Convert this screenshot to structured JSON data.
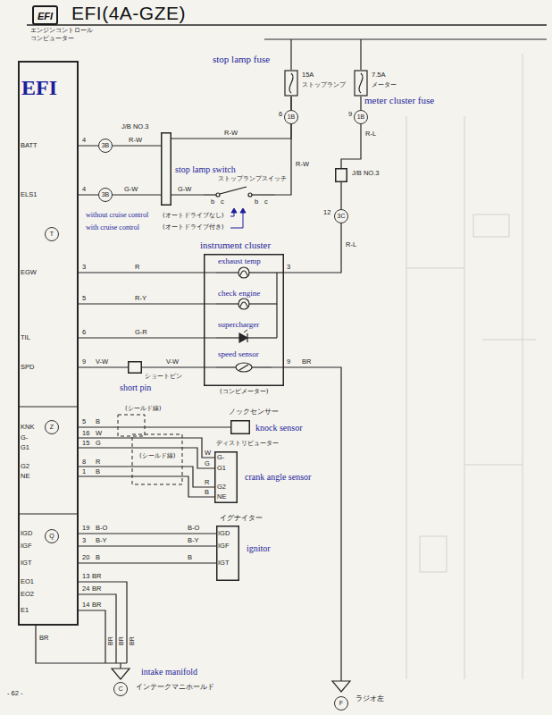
{
  "diagram": {
    "title": "EFI(4A-GZE)",
    "nodes": [
      {
        "text": [
          "EFI"
        ]
      },
      {
        "text": [
          "EFI",
          "BATT",
          "ELS1",
          "EGW",
          "TIL",
          "SPD",
          "KNK",
          "G-",
          "G1",
          "G2",
          "NE",
          "IGD",
          "IGF",
          "IGT",
          "EO1",
          "EO2",
          "E1"
        ]
      },
      {
        "text": [
          "stop lamp fuse",
          "15A",
          "ストップランプ"
        ]
      },
      {
        "text": [
          "7.5A",
          "メーター",
          "meter cluster fuse"
        ]
      },
      {
        "text": [
          "J/B NO.3"
        ]
      },
      {
        "text": [
          "stop lamp switch",
          "ストップランプスイッチ"
        ]
      },
      {
        "text": [
          "J/B NO.3"
        ]
      },
      {
        "text": [
          "instrument cluster",
          "(コンビメーター)"
        ]
      },
      {
        "text": [
          "exhaust temp"
        ],
        "in": 7
      },
      {
        "text": [
          "check engine"
        ],
        "in": 7
      },
      {
        "text": [
          "supercharger"
        ],
        "in": 7
      },
      {
        "text": [
          "speed sensor"
        ],
        "in": 7
      },
      {
        "text": [
          "short pin",
          "ショートピン"
        ]
      },
      {
        "text": [
          "ノックセンサー",
          "knock sensor"
        ]
      },
      {
        "text": [
          "ディストリビューター",
          "G-",
          "G1",
          "G2",
          "NE",
          "crank angle sensor"
        ]
      },
      {
        "text": [
          "イグナイター",
          "IGD",
          "IGF",
          "IGT",
          "ignitor"
        ]
      }
    ],
    "edges": [
      {
        "from": 1,
        "to": 4,
        "arrow": "none",
        "label": "R-W"
      },
      {
        "from": 4,
        "to": 2,
        "arrow": "none",
        "label": "R-W"
      },
      {
        "from": 1,
        "to": 4,
        "arrow": "none",
        "label": "G-W"
      },
      {
        "from": 4,
        "to": 5,
        "arrow": "none",
        "label": "G-W"
      },
      {
        "from": 5,
        "to": 2,
        "arrow": "none",
        "label": "R-W"
      },
      {
        "from": 3,
        "to": 6,
        "arrow": "none",
        "label": "R-L"
      },
      {
        "from": 6,
        "to": 7,
        "arrow": "none",
        "label": "R-L"
      },
      {
        "from": 1,
        "to": 8,
        "arrow": "none",
        "label": "R"
      },
      {
        "from": 1,
        "to": 9,
        "arrow": "none",
        "label": "R-Y"
      },
      {
        "from": 1,
        "to": 10,
        "arrow": "none",
        "label": "G-R"
      },
      {
        "from": 1,
        "to": 12,
        "arrow": "none",
        "label": "V-W"
      },
      {
        "from": 12,
        "to": 11,
        "arrow": "none",
        "label": "V-W"
      },
      {
        "from": 1,
        "to": 13,
        "arrow": "none",
        "label": "B"
      },
      {
        "from": 1,
        "to": 14,
        "arrow": "none",
        "label": "W"
      },
      {
        "from": 1,
        "to": 14,
        "arrow": "none",
        "label": "G"
      },
      {
        "from": 1,
        "to": 14,
        "arrow": "none",
        "label": "R"
      },
      {
        "from": 1,
        "to": 14,
        "arrow": "none",
        "label": "B"
      },
      {
        "from": 1,
        "to": 15,
        "arrow": "none",
        "label": "B-O"
      },
      {
        "from": 1,
        "to": 15,
        "arrow": "none",
        "label": "B-Y"
      },
      {
        "from": 1,
        "to": 15,
        "arrow": "none",
        "label": "B"
      }
    ],
    "labels": [
      "エンジンコントロール",
      "コンピューター",
      "4",
      "3B",
      "6",
      "1B",
      "9",
      "1B",
      "4",
      "3B",
      "b",
      "c",
      "b",
      "c",
      "without cruise control",
      "(オートドライブなし)",
      "with cruise control",
      "(オートドライブ付き)",
      "T",
      "12",
      "3C",
      "3",
      "3",
      "5",
      "6",
      "9",
      "9",
      "BR",
      "Z",
      "5",
      "(シールド線)",
      "(シールド線)",
      "16",
      "15",
      "8",
      "1",
      "W",
      "G",
      "R",
      "B",
      "Q",
      "19",
      "3",
      "20",
      "B-O",
      "B-Y",
      "B",
      "13",
      "BR",
      "24",
      "BR",
      "14",
      "BR",
      "BR",
      "BR",
      "BR",
      "BR",
      "C",
      "intake manifold",
      "インテークマニホールド",
      "F",
      "ラジオ左",
      "- 62 -"
    ]
  }
}
